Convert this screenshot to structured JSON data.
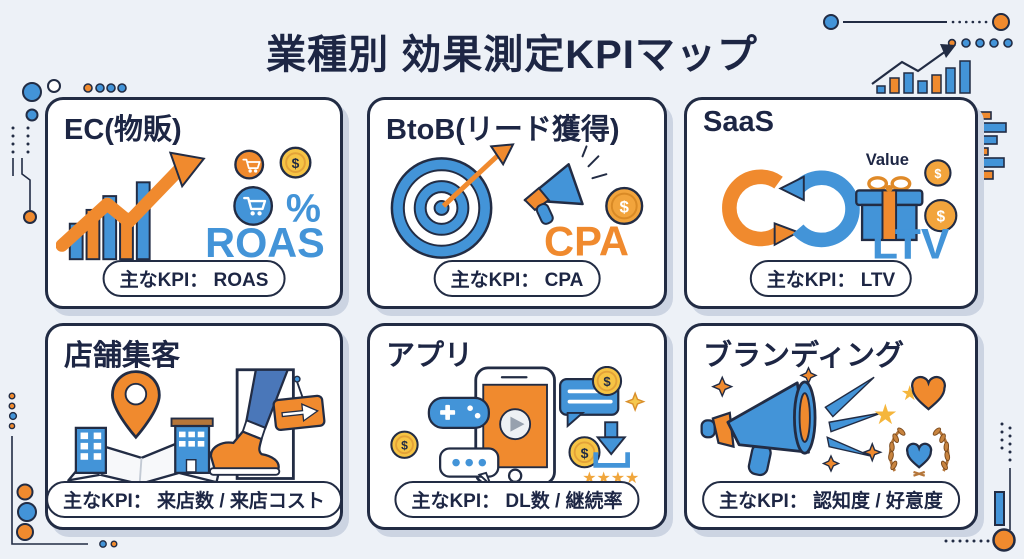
{
  "title": "業種別 効果測定KPIマップ",
  "colors": {
    "background": "#edf1f7",
    "navy": "#222c44",
    "blue": "#4394d8",
    "orange": "#f08a2e",
    "gold": "#f6c445"
  },
  "symbols": {
    "dollar": "$",
    "percent": "%",
    "stars": "★★★★",
    "star": "★"
  },
  "cards": [
    {
      "header": "EC(物販)",
      "kpi_label": "主なKPI： ROAS",
      "accent_text": "ROAS",
      "icons": [
        "growth-arrow-chart-icon",
        "cart-coin-icon",
        "dollar-coin-icon",
        "cart-circle-icon",
        "percent-symbol"
      ]
    },
    {
      "header": "BtoB(リード獲得)",
      "kpi_label": "主なKPI： CPA",
      "accent_text": "CPA",
      "icons": [
        "target-dart-icon",
        "megaphone-icon",
        "dollar-coin-icon"
      ]
    },
    {
      "header": "SaaS",
      "kpi_label": "主なKPI： LTV",
      "accent_text": "LTV",
      "value_label": "Value",
      "icons": [
        "loop-arrows-icon",
        "gift-icon",
        "dollar-coin-icon"
      ]
    },
    {
      "header": "店舗集客",
      "kpi_label": "主なKPI： 来店数 / 来店コスト",
      "icons": [
        "map-icon",
        "map-pin-icon",
        "building-icon",
        "walking-shoe-icon",
        "signboard-arrow-icon"
      ]
    },
    {
      "header": "アプリ",
      "kpi_label": "主なKPI： DL数 / 継続率",
      "icons": [
        "smartphone-icon",
        "game-controller-icon",
        "chat-bubble-icon",
        "dollar-coin-icon",
        "download-icon",
        "star-rating-icon",
        "sparkle-icon"
      ]
    },
    {
      "header": "ブランディング",
      "kpi_label": "主なKPI： 認知度 / 好意度",
      "icons": [
        "megaphone-icon",
        "sparkle-icon",
        "star-icon",
        "heart-icon",
        "laurel-wreath-icon"
      ]
    }
  ],
  "decorations": [
    "circuit-dots-top-left",
    "dot-row",
    "line-dot-top-right",
    "mini-bar-chart",
    "bar-stack-right",
    "circuit-dots-bottom-left",
    "dotted-bar-bottom-right"
  ]
}
